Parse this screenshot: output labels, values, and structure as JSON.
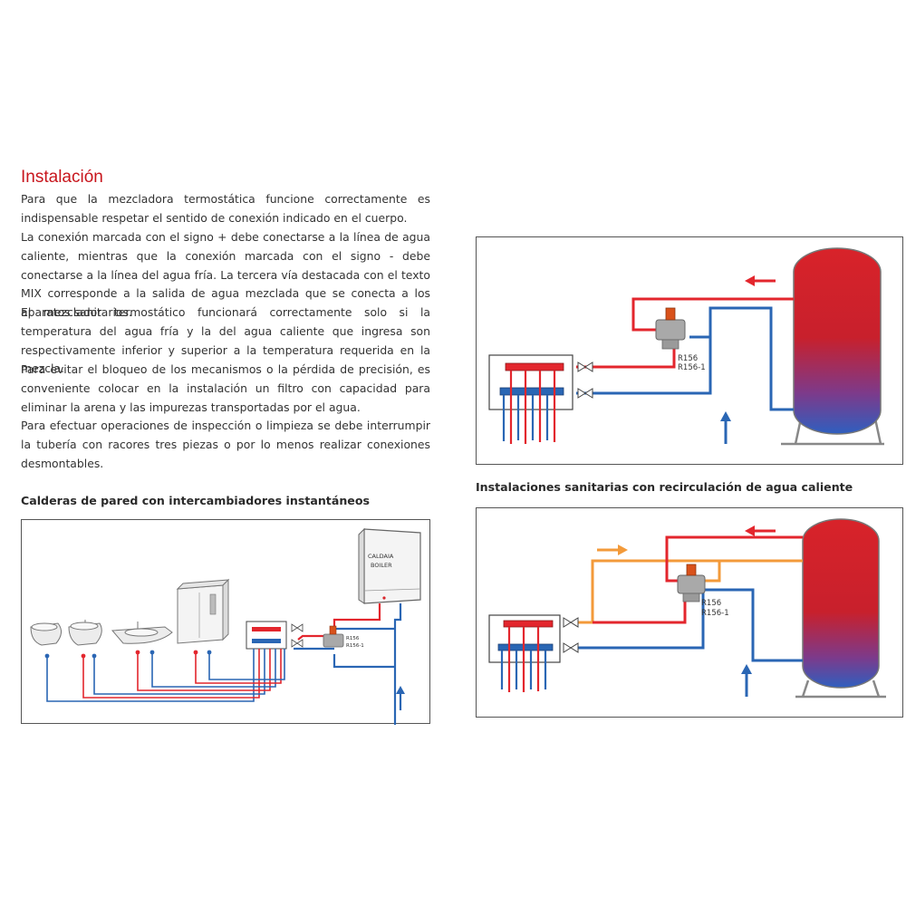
{
  "section_title": "Instalación",
  "paragraphs": [
    "Para que la mezcladora termostática funcione correctamente es indispensable respetar el sentido de conexión indicado en el cuerpo.",
    "La conexión marcada con el signo + debe conectarse a la línea de agua caliente, mientras que la conexión marcada con el signo - debe conectarse a la línea del agua fría. La tercera vía destacada con el texto MIX corresponde a la salida de agua mezclada que se conecta a los aparatos sanitarios.",
    "El mezclador termostático funcionará correctamente solo si la temperatura del agua fría y la del agua caliente que ingresa son respectivamente inferior y superior a la temperatura requerida en la mezcla.",
    "Para evitar el bloqueo de los mecanismos o la pérdida de precisión, es conveniente colocar en la instalación un filtro con capacidad para eliminar la arena y las impurezas transportadas por el agua.",
    "Para efectuar operaciones de inspección o limpieza se debe interrumpir la tubería con racores tres piezas o por lo menos realizar conexiones desmontables."
  ],
  "diagram_top_right": {
    "valve_label_1": "R156",
    "valve_label_2": "R156-1"
  },
  "diagram_recirculation": {
    "heading": "Instalaciones sanitarias con recirculación de agua caliente",
    "valve_label_1": "R156",
    "valve_label_2": "R156-1"
  },
  "diagram_boiler": {
    "heading": "Calderas de pared con intercambiadores instantáneos",
    "boiler_label_1": "CALDAIA",
    "boiler_label_2": "BOILER",
    "valve_label_1": "R156",
    "valve_label_2": "R156-1"
  },
  "colors": {
    "accent": "#c8161d",
    "hot_pipe": "#e3262d",
    "cold_pipe": "#2a66b4",
    "recirculation_pipe": "#f39a3a"
  }
}
